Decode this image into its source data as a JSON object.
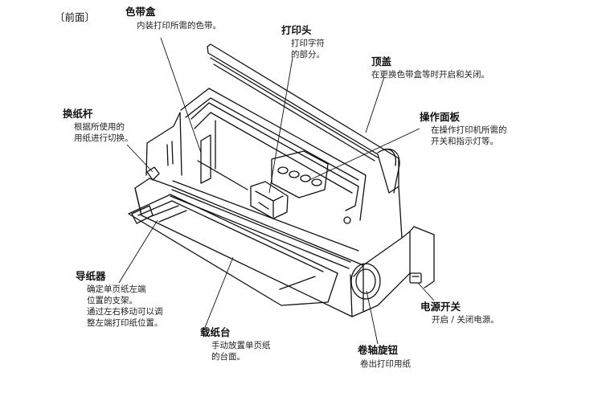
{
  "section_label": "〔前面〕",
  "callouts": {
    "ribbon_cartridge": {
      "title": "色带盒",
      "desc": [
        "内装打印所需的色带。"
      ]
    },
    "print_head": {
      "title": "打印头",
      "desc": [
        "打印字符",
        "的部分。"
      ]
    },
    "top_cover": {
      "title": "顶盖",
      "desc": [
        "在更换色带盒等时开启和关闭。"
      ]
    },
    "paper_lever": {
      "title": "换纸杆",
      "desc": [
        "根据所使用的",
        "用纸进行切换。"
      ]
    },
    "operation_panel": {
      "title": "操作面板",
      "desc": [
        "在操作打印机所需的",
        "开关和指示灯等。"
      ]
    },
    "paper_guide": {
      "title": "导纸器",
      "desc": [
        "确定单页纸左端",
        "位置的支架。",
        "通过左右移动可以调",
        "整左端打印纸位置。"
      ]
    },
    "power_switch": {
      "title": "电源开关",
      "desc": [
        "开启 / 关闭电源。"
      ]
    },
    "paper_table": {
      "title": "载纸台",
      "desc": [
        "手动放置单页纸",
        "的台面。"
      ]
    },
    "platen_knob": {
      "title": "卷轴旋钮",
      "desc": [
        "卷出打印用纸"
      ]
    }
  }
}
